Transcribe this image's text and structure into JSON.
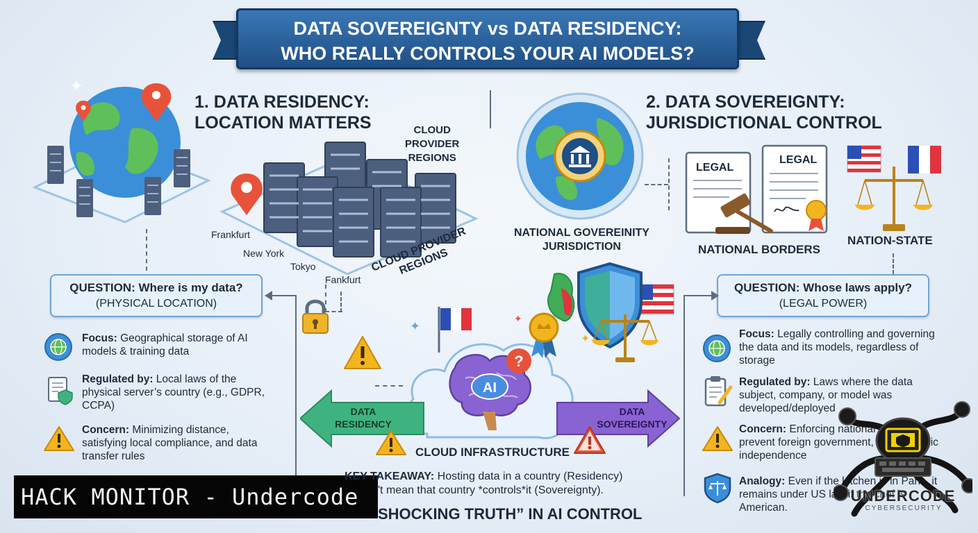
{
  "title": {
    "line1": "DATA SOVEREIGNTY vs DATA RESIDENCY:",
    "line2": "WHO REALLY CONTROLS YOUR AI MODELS?"
  },
  "residency": {
    "heading1": "1. DATA RESIDENCY:",
    "heading2": "LOCATION MATTERS",
    "cloud_label_top": [
      "CLOUD",
      "PROVIDER",
      "REGIONS"
    ],
    "cloud_label_bottom": [
      "CLOUD PROVIDER",
      "REGIONS"
    ],
    "cities": [
      "Frankfurt",
      "New York",
      "Tokyo",
      "Fankfurt"
    ],
    "question": "QUESTION: Where is my data?",
    "question_sub": "(PHYSICAL LOCATION)",
    "items": [
      {
        "key": "Focus:",
        "text": " Geographical storage of AI models & training data"
      },
      {
        "key": "Regulated by:",
        "text": " Local laws of the physical server’s country (e.g., GDPR, CCPA)"
      },
      {
        "key": "Concern:",
        "text": " Minimizing distance, satisfying local compliance, and data transfer rules"
      }
    ]
  },
  "sovereignty": {
    "heading1": "2. DATA SOVEREIGNTY:",
    "heading2": "JURISDICTIONAL CONTROL",
    "globe_label": [
      "NATIONAL GOVEREINITY",
      "JURISDICTION"
    ],
    "doc1": "LEGAL",
    "doc2": "LEGAL",
    "borders_label": "NATIONAL BORDERS",
    "nation_label": "NATION-STATE",
    "question": "QUESTION: Whose laws apply?",
    "question_sub": "(LEGAL POWER)",
    "items": [
      {
        "key": "Focus:",
        "text": " Legally controlling and governing the data and its models, regardless of storage"
      },
      {
        "key": "Regulated by:",
        "text": " Laws where the data subject, company, or model was developed/deployed"
      },
      {
        "key": "Concern:",
        "text": " Enforcing national rights, prevent foreign government, and strategic independence"
      },
      {
        "key": "Analogy:",
        "text": " Even if the kitchen is in Paris, it remains under US law if the chef is American."
      }
    ]
  },
  "center": {
    "ai_label": "AI",
    "arrow_left": [
      "DATA",
      "RESIDENCY"
    ],
    "arrow_right": [
      "DATA",
      "SOVEREIGNTY"
    ],
    "cloud_infra": "CLOUD INFRASTRUCTURE",
    "takeaway_key": "KEY TAKEAWAY:",
    "takeaway_line1": " Hosting data in a country (Residency)",
    "takeaway_line2": "'t mean that country *controls*it (Sovereignty).",
    "truth": "SHOCKING TRUTH” IN AI CONTROL"
  },
  "overlay": {
    "hack_monitor": "HACK MONITOR - Undercode",
    "logo_main": "UNDERCODE",
    "logo_sub": "CYBERSECURITY"
  },
  "colors": {
    "banner": "#2d66a3",
    "arrow_left": "#3fb37f",
    "arrow_right": "#8a63d2",
    "warning": "#f3b51f",
    "server": "#4c5f7e",
    "pin": "#e8523a"
  }
}
